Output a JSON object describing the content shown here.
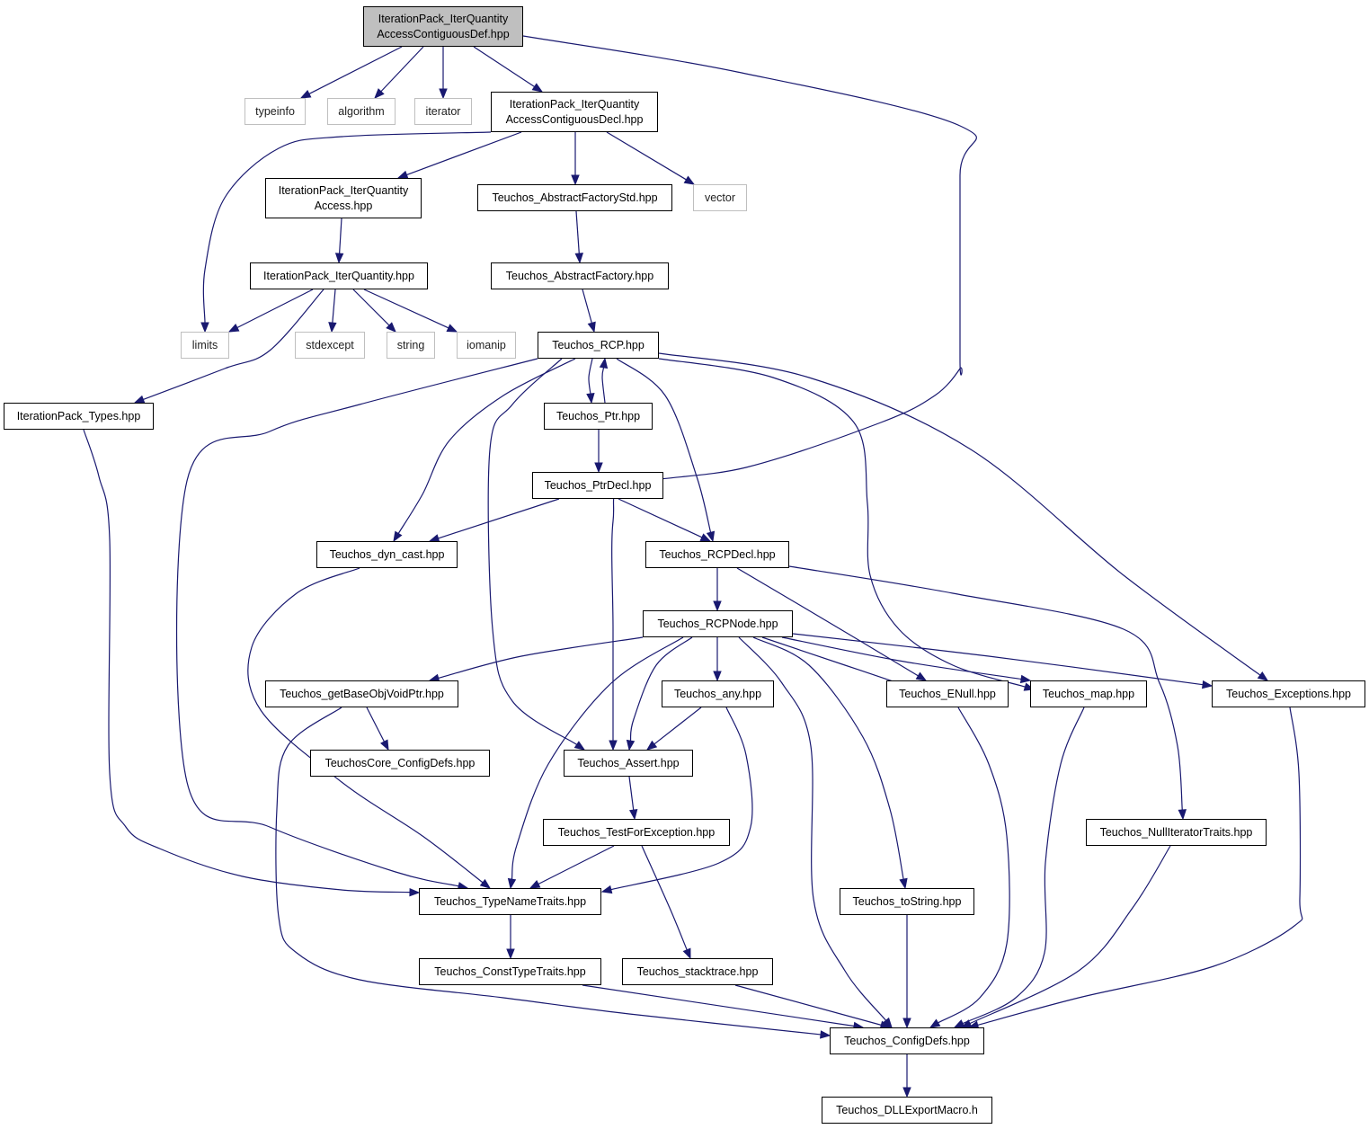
{
  "graph": {
    "edge_color": "#191970",
    "root_fill": "#bfbfbf",
    "external_border": "#bfbfbf",
    "nodes": {
      "root": {
        "lines": [
          "IterationPack_IterQuantity",
          "AccessContiguousDef.hpp"
        ],
        "kind": "root"
      },
      "typeinfo": {
        "lines": [
          "typeinfo"
        ],
        "kind": "external"
      },
      "algorithm": {
        "lines": [
          "algorithm"
        ],
        "kind": "external"
      },
      "iterator": {
        "lines": [
          "iterator"
        ],
        "kind": "external"
      },
      "decl": {
        "lines": [
          "IterationPack_IterQuantity",
          "AccessContiguousDecl.hpp"
        ],
        "kind": "file"
      },
      "access": {
        "lines": [
          "IterationPack_IterQuantity",
          "Access.hpp"
        ],
        "kind": "file"
      },
      "afstd": {
        "lines": [
          "Teuchos_AbstractFactoryStd.hpp"
        ],
        "kind": "file"
      },
      "vector": {
        "lines": [
          "vector"
        ],
        "kind": "external"
      },
      "iterq": {
        "lines": [
          "IterationPack_IterQuantity.hpp"
        ],
        "kind": "file"
      },
      "af": {
        "lines": [
          "Teuchos_AbstractFactory.hpp"
        ],
        "kind": "file"
      },
      "limits": {
        "lines": [
          "limits"
        ],
        "kind": "external"
      },
      "stdexcept": {
        "lines": [
          "stdexcept"
        ],
        "kind": "external"
      },
      "string": {
        "lines": [
          "string"
        ],
        "kind": "external"
      },
      "iomanip": {
        "lines": [
          "iomanip"
        ],
        "kind": "external"
      },
      "rcp": {
        "lines": [
          "Teuchos_RCP.hpp"
        ],
        "kind": "file"
      },
      "types": {
        "lines": [
          "IterationPack_Types.hpp"
        ],
        "kind": "file"
      },
      "ptr": {
        "lines": [
          "Teuchos_Ptr.hpp"
        ],
        "kind": "file"
      },
      "ptrdecl": {
        "lines": [
          "Teuchos_PtrDecl.hpp"
        ],
        "kind": "file"
      },
      "dyncast": {
        "lines": [
          "Teuchos_dyn_cast.hpp"
        ],
        "kind": "file"
      },
      "rcpdecl": {
        "lines": [
          "Teuchos_RCPDecl.hpp"
        ],
        "kind": "file"
      },
      "rcpnode": {
        "lines": [
          "Teuchos_RCPNode.hpp"
        ],
        "kind": "file"
      },
      "getbase": {
        "lines": [
          "Teuchos_getBaseObjVoidPtr.hpp"
        ],
        "kind": "file"
      },
      "any": {
        "lines": [
          "Teuchos_any.hpp"
        ],
        "kind": "file"
      },
      "enull": {
        "lines": [
          "Teuchos_ENull.hpp"
        ],
        "kind": "file"
      },
      "map": {
        "lines": [
          "Teuchos_map.hpp"
        ],
        "kind": "file"
      },
      "exceptions": {
        "lines": [
          "Teuchos_Exceptions.hpp"
        ],
        "kind": "file"
      },
      "coreconfig": {
        "lines": [
          "TeuchosCore_ConfigDefs.hpp"
        ],
        "kind": "file"
      },
      "assert": {
        "lines": [
          "Teuchos_Assert.hpp"
        ],
        "kind": "file"
      },
      "testfor": {
        "lines": [
          "Teuchos_TestForException.hpp"
        ],
        "kind": "file"
      },
      "nulliter": {
        "lines": [
          "Teuchos_NullIteratorTraits.hpp"
        ],
        "kind": "file"
      },
      "typename": {
        "lines": [
          "Teuchos_TypeNameTraits.hpp"
        ],
        "kind": "file"
      },
      "tostring": {
        "lines": [
          "Teuchos_toString.hpp"
        ],
        "kind": "file"
      },
      "consttype": {
        "lines": [
          "Teuchos_ConstTypeTraits.hpp"
        ],
        "kind": "file"
      },
      "stacktrace": {
        "lines": [
          "Teuchos_stacktrace.hpp"
        ],
        "kind": "file"
      },
      "configdefs": {
        "lines": [
          "Teuchos_ConfigDefs.hpp"
        ],
        "kind": "file"
      },
      "dllexport": {
        "lines": [
          "Teuchos_DLLExportMacro.h"
        ],
        "kind": "file"
      }
    },
    "edges": [
      [
        "root",
        "typeinfo"
      ],
      [
        "root",
        "algorithm"
      ],
      [
        "root",
        "iterator"
      ],
      [
        "root",
        "decl"
      ],
      [
        "root",
        "assert"
      ],
      [
        "decl",
        "access"
      ],
      [
        "decl",
        "afstd"
      ],
      [
        "decl",
        "vector"
      ],
      [
        "decl",
        "limits"
      ],
      [
        "access",
        "iterq"
      ],
      [
        "afstd",
        "af"
      ],
      [
        "af",
        "rcp"
      ],
      [
        "iterq",
        "limits"
      ],
      [
        "iterq",
        "stdexcept"
      ],
      [
        "iterq",
        "string"
      ],
      [
        "iterq",
        "iomanip"
      ],
      [
        "iterq",
        "types"
      ],
      [
        "types",
        "typename"
      ],
      [
        "rcp",
        "ptr"
      ],
      [
        "ptr",
        "rcp"
      ],
      [
        "rcp",
        "dyncast"
      ],
      [
        "rcp",
        "rcpdecl"
      ],
      [
        "rcp",
        "typename"
      ],
      [
        "rcp",
        "assert"
      ],
      [
        "rcp",
        "map"
      ],
      [
        "rcp",
        "exceptions"
      ],
      [
        "ptr",
        "ptrdecl"
      ],
      [
        "ptrdecl",
        "dyncast"
      ],
      [
        "ptrdecl",
        "rcpdecl"
      ],
      [
        "dyncast",
        "typename"
      ],
      [
        "rcpdecl",
        "rcpnode"
      ],
      [
        "rcpdecl",
        "enull"
      ],
      [
        "rcpdecl",
        "nulliter"
      ],
      [
        "rcpnode",
        "getbase"
      ],
      [
        "rcpnode",
        "any"
      ],
      [
        "rcpnode",
        "assert"
      ],
      [
        "rcpnode",
        "typename"
      ],
      [
        "rcpnode",
        "enull"
      ],
      [
        "rcpnode",
        "map"
      ],
      [
        "rcpnode",
        "exceptions"
      ],
      [
        "rcpnode",
        "tostring"
      ],
      [
        "rcpnode",
        "configdefs"
      ],
      [
        "getbase",
        "coreconfig"
      ],
      [
        "getbase",
        "configdefs"
      ],
      [
        "any",
        "assert"
      ],
      [
        "any",
        "typename"
      ],
      [
        "assert",
        "testfor"
      ],
      [
        "testfor",
        "typename"
      ],
      [
        "testfor",
        "stacktrace"
      ],
      [
        "typename",
        "consttype"
      ],
      [
        "consttype",
        "configdefs"
      ],
      [
        "stacktrace",
        "configdefs"
      ],
      [
        "tostring",
        "configdefs"
      ],
      [
        "enull",
        "configdefs"
      ],
      [
        "map",
        "configdefs"
      ],
      [
        "nulliter",
        "configdefs"
      ],
      [
        "exceptions",
        "configdefs"
      ],
      [
        "configdefs",
        "dllexport"
      ]
    ]
  }
}
